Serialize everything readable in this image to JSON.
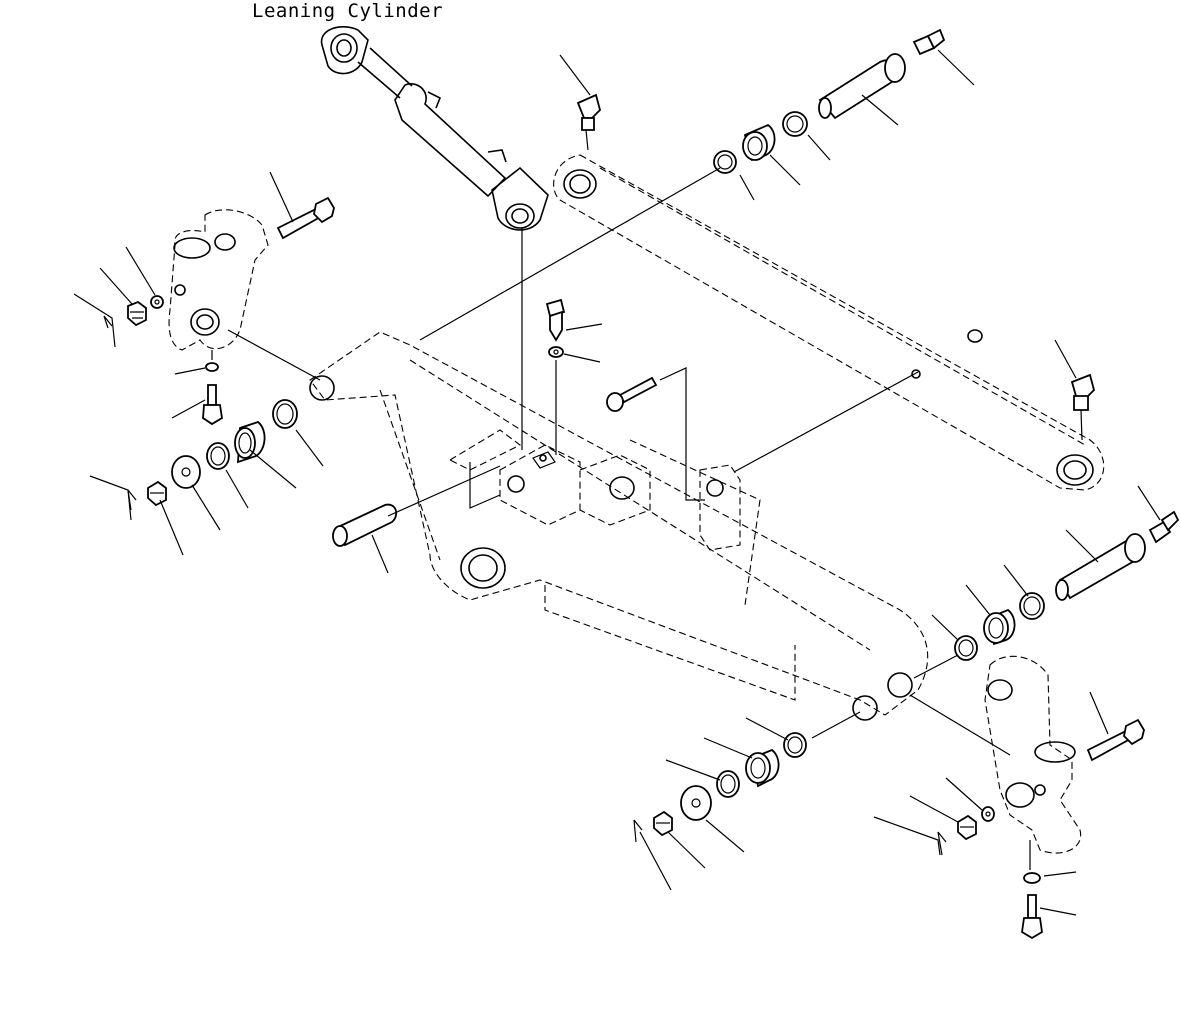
{
  "diagram": {
    "title_label": "Leaning Cylinder",
    "colors": {
      "line": "#000000",
      "background": "#ffffff"
    },
    "parts": [
      "leaning-cylinder",
      "grease-fitting",
      "pin",
      "bushing",
      "seal-ring",
      "washer",
      "castle-nut",
      "cotter-pin",
      "bolt",
      "knuckle-bracket",
      "lever-arm",
      "tie-rod"
    ]
  }
}
